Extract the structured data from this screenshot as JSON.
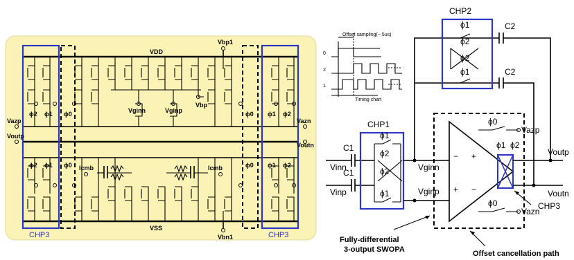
{
  "left_schematic": {
    "vdd": "VDD",
    "vss": "VSS",
    "vbp1": "Vbp1",
    "vbn1": "Vbn1",
    "vbp": "Vbp",
    "vginn": "Vginn",
    "vginp": "Vginp",
    "vazp": "Vazp",
    "vazn": "Vazn",
    "voutp": "Voutp",
    "voutn": "Voutn",
    "icmb_left": "Icmb",
    "icmb_right": "Icmb",
    "phi0": "ϕ0",
    "phi1": "ϕ1",
    "phi2": "ϕ2",
    "chp3_left": "CHP3",
    "chp3_right": "CHP3",
    "bg_color": "#fbf3b5",
    "box_color": "#2b35c8"
  },
  "timing": {
    "title": "Offset sampling(~ 5us)",
    "row0": "0",
    "row2": "2",
    "row1": "1",
    "caption": "Timing chart"
  },
  "right_schematic": {
    "chp1": "CHP1",
    "chp2": "CHP2",
    "chp3": "CHP3",
    "c1_top": "C1",
    "c1_bot": "C1",
    "c2_top": "C2",
    "c2_bot": "C2",
    "vinn": "Vinn",
    "vinp": "Vinp",
    "vginn": "Vginn",
    "vginp": "Vginp",
    "vazp": "Vazp",
    "vazn": "Vazn",
    "voutp": "Voutp",
    "voutn": "Voutn",
    "phi0": "ϕ0",
    "phi1": "ϕ1",
    "phi2": "ϕ2",
    "minus": "−",
    "plus": "+",
    "amp_line1": "Fully-differential",
    "amp_line2": "3-output SWOPA",
    "offset_path": "Offset cancellation path"
  }
}
